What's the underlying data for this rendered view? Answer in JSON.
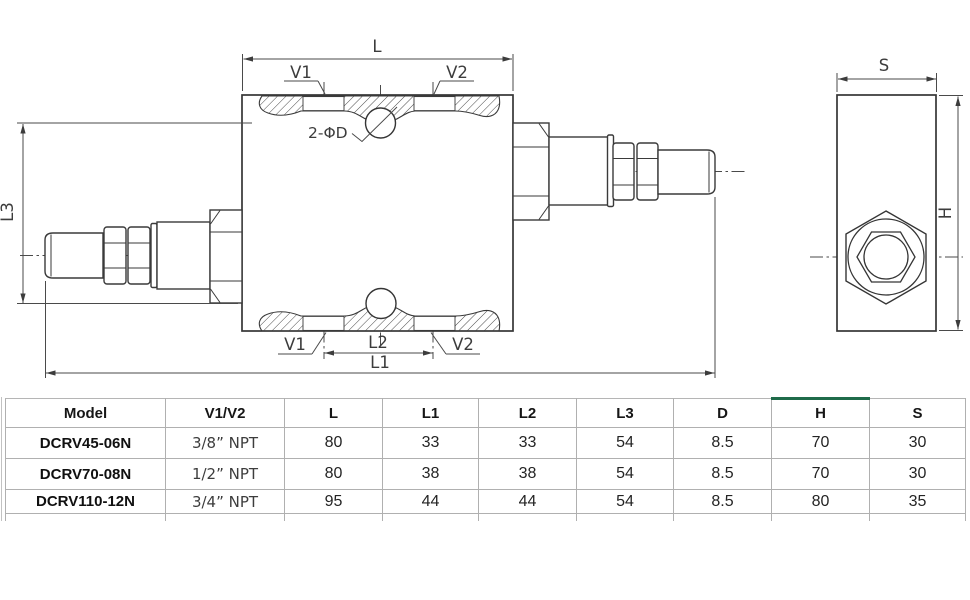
{
  "colors": {
    "line": "#3a3a3a",
    "centerline": "#4a4a4a",
    "table_grid": "#b0b0b0",
    "table_accent_green": "#1f6b4a"
  },
  "drawing": {
    "front_view": {
      "label_l": "L",
      "label_v1_top": "V1",
      "label_v2_top": "V2",
      "label_holes": "2-ΦD",
      "label_v1_bottom": "V1",
      "label_v2_bottom": "V2",
      "label_l2": "L2",
      "label_l1": "L1",
      "label_l3": "L3"
    },
    "end_view": {
      "label_s": "S",
      "label_h": "H"
    }
  },
  "table": {
    "headers": [
      "Model",
      "V1/V2",
      "L",
      "L1",
      "L2",
      "L3",
      "D",
      "H",
      "S"
    ],
    "rows": [
      [
        "DCRV45-06N",
        "3/8” NPT",
        "80",
        "33",
        "33",
        "54",
        "8.5",
        "70",
        "30"
      ],
      [
        "DCRV70-08N",
        "1/2” NPT",
        "80",
        "38",
        "38",
        "54",
        "8.5",
        "70",
        "30"
      ],
      [
        "DCRV110-12N",
        "3/4” NPT",
        "95",
        "44",
        "44",
        "54",
        "8.5",
        "80",
        "35"
      ]
    ]
  }
}
